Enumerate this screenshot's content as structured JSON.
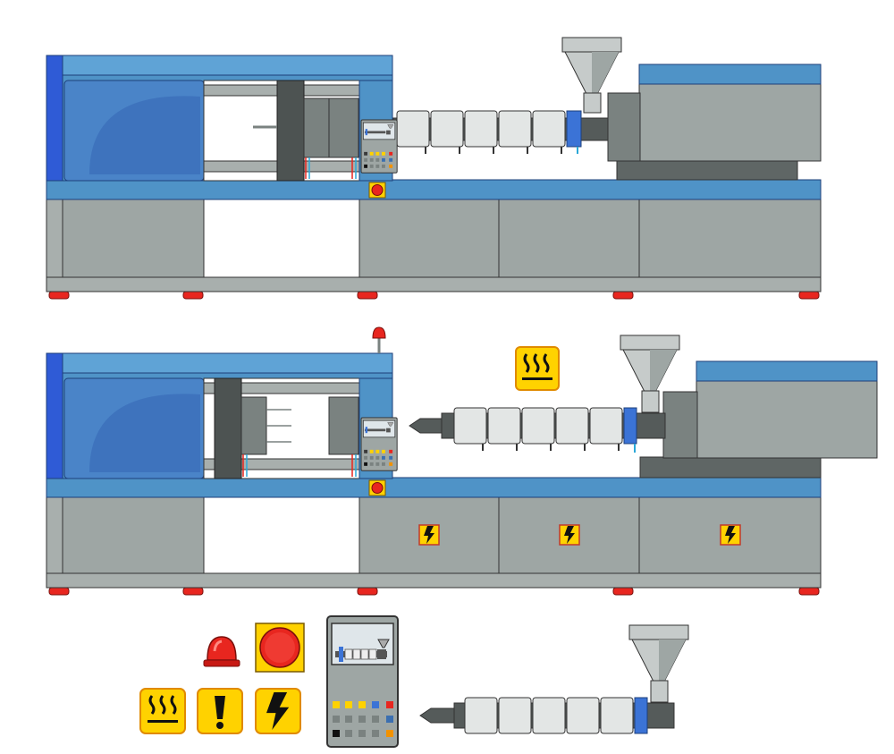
{
  "title": "",
  "colors": {
    "blue": "#4f93c7",
    "blue_dark": "#3b6fb0",
    "blue_edge": "#1e3f7a",
    "frame_blue": "#2f5bd6",
    "gray": "#9ea6a4",
    "gray_dark": "#4d5352",
    "gray_mid": "#7a8280",
    "barrel": "#e3e6e5",
    "red": "#e8261f",
    "yellow": "#ffd200",
    "orange": "#f39200",
    "screen": "#dfe6ea"
  },
  "machines": [
    {
      "name": "injection-molding-machine-closed",
      "state": "closed",
      "beacon": false,
      "warning_signs": 0
    },
    {
      "name": "injection-molding-machine-open",
      "state": "open",
      "beacon": true,
      "warning_signs": 3
    }
  ],
  "icons": [
    "beacon-light-icon",
    "emergency-stop-icon",
    "hot-surface-icon",
    "exclamation-warning-icon",
    "high-voltage-icon"
  ],
  "parts": [
    "control-panel",
    "injection-unit"
  ],
  "panel_buttons": [
    [
      "#3a3a3a",
      "#ffd200",
      "#ffd200",
      "#ffd200",
      "#e8261f"
    ],
    [
      "#9aa0a0",
      "#9aa0a0",
      "#9aa0a0",
      "#3b6fb0",
      "#3b6fb0"
    ],
    [
      "#111111",
      "#9aa0a0",
      "#9aa0a0",
      "#9aa0a0",
      "#f39200"
    ]
  ]
}
